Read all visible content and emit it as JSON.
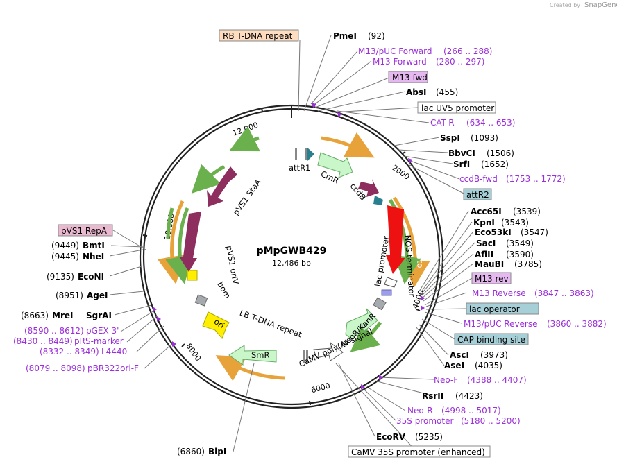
{
  "branding": {
    "created_by": "Created by",
    "app": "SnapGene"
  },
  "plasmid": {
    "name": "pMpGWB429",
    "size": "12,486 bp"
  },
  "ticks": [
    "2000",
    "4000",
    "6000",
    "8000",
    "10,000",
    "12,000"
  ],
  "enzymes": [
    {
      "name": "PmeI",
      "pos": "(92)"
    },
    {
      "name": "AbsI",
      "pos": "(455)"
    },
    {
      "name": "SspI",
      "pos": "(1093)"
    },
    {
      "name": "BbvCI",
      "pos": "(1506)"
    },
    {
      "name": "SrfI",
      "pos": "(1652)"
    },
    {
      "name": "Acc65I",
      "pos": "(3539)"
    },
    {
      "name": "KpnI",
      "pos": "(3543)"
    },
    {
      "name": "Eco53kI",
      "pos": "(3547)"
    },
    {
      "name": "SacI",
      "pos": "(3549)"
    },
    {
      "name": "AflII",
      "pos": "(3590)"
    },
    {
      "name": "MauBI",
      "pos": "(3785)"
    },
    {
      "name": "AscI",
      "pos": "(3973)"
    },
    {
      "name": "AseI",
      "pos": "(4035)"
    },
    {
      "name": "RsrII",
      "pos": "(4423)"
    },
    {
      "name": "EcoRV",
      "pos": "(5235)"
    },
    {
      "name": "BlpI",
      "pos": "(6860)"
    },
    {
      "name": "SgrAI",
      "pos": "(8663)"
    },
    {
      "name": "MreI",
      "pos": ""
    },
    {
      "name": "AgeI",
      "pos": "(8951)"
    },
    {
      "name": "EcoNI",
      "pos": "(9135)"
    },
    {
      "name": "NheI",
      "pos": "(9445)"
    },
    {
      "name": "BmtI",
      "pos": "(9449)"
    }
  ],
  "primers": [
    {
      "name": "M13/pUC Forward",
      "range": "(266 .. 288)"
    },
    {
      "name": "M13 Forward",
      "range": "(280 .. 297)"
    },
    {
      "name": "CAT-R",
      "range": "(634 .. 653)"
    },
    {
      "name": "ccdB-fwd",
      "range": "(1753 .. 1772)"
    },
    {
      "name": "M13 Reverse",
      "range": "(3847 .. 3863)"
    },
    {
      "name": "M13/pUC Reverse",
      "range": "(3860 .. 3882)"
    },
    {
      "name": "Neo-F",
      "range": "(4388 .. 4407)"
    },
    {
      "name": "Neo-R",
      "range": "(4998 .. 5017)"
    },
    {
      "name": "35S promoter",
      "range": "(5180 .. 5200)"
    },
    {
      "name": "pGEX 3'",
      "range": "(8590 .. 8612)"
    },
    {
      "name": "pRS-marker",
      "range": "(8430 .. 8449)"
    },
    {
      "name": "L4440",
      "range": "(8332 .. 8349)"
    },
    {
      "name": "pBR322ori-F",
      "range": "(8079 .. 8098)"
    }
  ],
  "boxed_features": {
    "rb_tdna": "RB T-DNA repeat",
    "m13_fwd": "M13 fwd",
    "lac_uv5": "lac UV5 promoter",
    "attr2": "attR2",
    "m13_rev": "M13 rev",
    "lac_operator": "lac operator",
    "cap_site": "CAP binding site",
    "camv35s_enh": "CaMV 35S promoter (enhanced)",
    "pvs1_repa": "pVS1 RepA"
  },
  "inner_features": {
    "attr1": "attR1",
    "cmr": "CmR",
    "ccdb": "ccdB",
    "tdtomato": "tdTomato",
    "nos_terminator": "NOS terminator",
    "lac_promoter": "lac promoter",
    "neor": "NeoR/KanR",
    "camv_polya": "CaMV poly(A) signal",
    "lb_tdna": "LB T-DNA repeat",
    "smr": "SmR",
    "ori": "ori",
    "bom": "bom",
    "pvs1_oriv": "pVS1 oriV",
    "pvs1_staa": "pVS1 StaA"
  },
  "colors": {
    "primer": "#9b30d9",
    "backbone": "#222222",
    "orange": "#e8a23a",
    "green": "#6ab04c",
    "maroon": "#8e2e5f",
    "teal": "#2a7f8f",
    "red": "#ee1111",
    "yellow": "#ffee00",
    "gray_box": "#a6a9ad",
    "light_green": "#c9f7c9",
    "feature_blue": "#a7cfd8",
    "feature_purple": "#e5b9f0",
    "feature_peach": "#fddcbf",
    "feature_pink": "#e9b9d0"
  }
}
